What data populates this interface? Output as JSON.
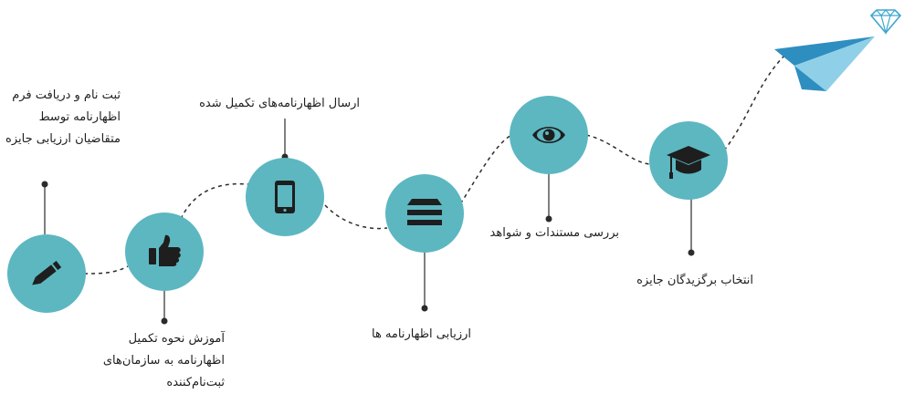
{
  "colors": {
    "circle": "#5cb7c1",
    "icon": "#1e1e1e",
    "path": "#2b2b2b",
    "plane_light": "#8fd0e8",
    "plane_dark": "#2f8ec0",
    "diamond": "#3fa6cf"
  },
  "decorations": {
    "plane_icon": "paper-plane",
    "diamond_icon": "diamond"
  },
  "steps": [
    {
      "id": "step1",
      "icon": "pencil",
      "lines": [
        "ثبت نام و دریافت فرم",
        "اظهارنامه توسط",
        "متقاضیان ارزیابی جایزه"
      ]
    },
    {
      "id": "step2",
      "icon": "thumbs-up",
      "lines": [
        "آموزش نحوه تکمیل",
        "اظهارنامه به سازمان‌های",
        "ثبت‌نام‌کننده"
      ]
    },
    {
      "id": "step3",
      "icon": "smartphone",
      "lines": [
        "ارسال اظهارنامه‌های تکمیل شده"
      ]
    },
    {
      "id": "step4",
      "icon": "stacked-layers",
      "lines": [
        "ارزیابی اظهارنامه ها"
      ]
    },
    {
      "id": "step5",
      "icon": "eye",
      "lines": [
        "بررسی مستندات و شواهد"
      ]
    },
    {
      "id": "step6",
      "icon": "graduation-cap",
      "lines": [
        "انتخاب برگزیدگان جایزه"
      ]
    }
  ]
}
